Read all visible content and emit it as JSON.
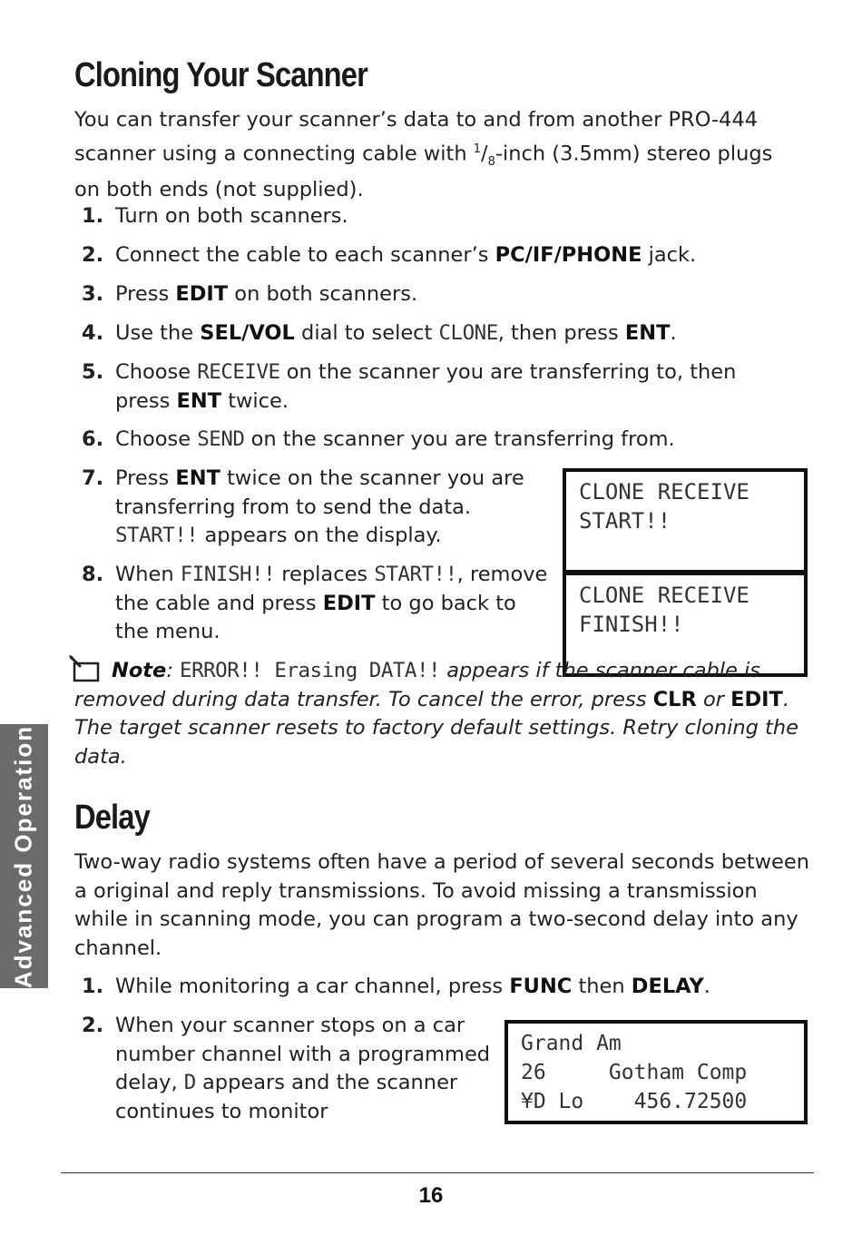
{
  "section1": {
    "title": "Cloning Your Scanner",
    "intro_a": "You can transfer your scanner’s data to and from another PRO-444 scanner using a connecting cable with ",
    "frac_num": "1",
    "frac_den": "8",
    "intro_b": "-inch (3.5mm) stereo plugs on both ends (not supplied).",
    "steps": [
      {
        "num": "1.",
        "a": "Turn on both scanners."
      },
      {
        "num": "2.",
        "a": "Connect the cable to each scanner’s ",
        "k1": "PC/IF/PHONE",
        "b": " jack."
      },
      {
        "num": "3.",
        "a": "Press ",
        "k1": "EDIT",
        "b": " on both scanners."
      },
      {
        "num": "4.",
        "a": "Use the ",
        "k1": "SEL/VOL",
        "b": " dial to select ",
        "lcd1": "CLONE",
        "c": ", then press ",
        "k2": "ENT",
        "d": "."
      },
      {
        "num": "5.",
        "a": "Choose ",
        "lcd1": "RECEIVE",
        "b": " on the scanner you are transferring to, then press ",
        "k1": "ENT",
        "c": " twice."
      },
      {
        "num": "6.",
        "a": "Choose ",
        "lcd1": "SEND",
        "b": " on the scanner you are transferring from."
      },
      {
        "num": "7.",
        "a": "Press ",
        "k1": "ENT",
        "b": " twice on the scanner you are transferring from to send the data. ",
        "lcd1": "START!!",
        "c": " appears on the display."
      },
      {
        "num": "8.",
        "a": "When ",
        "lcd1": "FINISH!!",
        "b": " replaces ",
        "lcd2": "START!!",
        "c": ", remove the cable and press ",
        "k1": "EDIT",
        "d": " to go back to the menu."
      }
    ],
    "display1": "CLONE RECEIVE\nSTART!!",
    "display2": "CLONE RECEIVE\nFINISH!!",
    "note": {
      "label": "Note",
      "colon": ": ",
      "lcd1": "ERROR!! Erasing DATA!!",
      "a": " appears if the scanner cable is removed during data transfer. To cancel the error, press ",
      "k1": "CLR",
      "b": " or ",
      "k2": "EDIT",
      "c": ". The target scanner resets to factory default settings. Retry cloning the data."
    }
  },
  "section2": {
    "title": "Delay",
    "intro": "Two-way radio systems often have a period of several seconds between a original and reply transmissions. To avoid missing a transmission while in scanning mode, you can program a two-second delay into any channel.",
    "steps": [
      {
        "num": "1.",
        "a": "While monitoring a car channel, press ",
        "k1": "FUNC",
        "b": " then ",
        "k2": "DELAY",
        "c": "."
      },
      {
        "num": "2.",
        "a": "When your scanner stops on a car number channel with a programmed delay, ",
        "lcd1": "D",
        "b": " appears and the scanner continues to monitor"
      }
    ],
    "display3": "Grand Am\n26     Gotham Comp\n¥D Lo    456.72500"
  },
  "side_tab": "Advanced Operation",
  "page_number": "16"
}
